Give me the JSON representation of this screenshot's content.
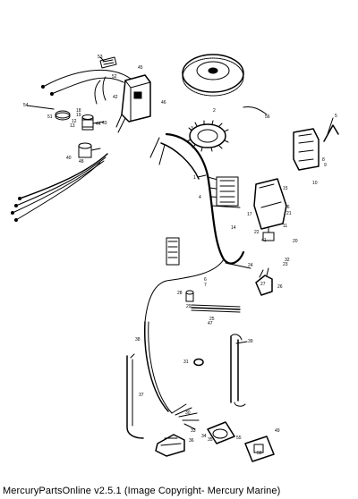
{
  "caption": "MercuryPartsOnline v2.5.1 (Image Copyright- Mercury Marine)",
  "callouts": [
    {
      "label": "1"
    },
    {
      "label": "2"
    },
    {
      "label": "3"
    },
    {
      "label": "4"
    },
    {
      "label": "5"
    },
    {
      "label": "6"
    },
    {
      "label": "7"
    },
    {
      "label": "8"
    },
    {
      "label": "9"
    },
    {
      "label": "10"
    },
    {
      "label": "11"
    },
    {
      "label": "12"
    },
    {
      "label": "13"
    },
    {
      "label": "14"
    },
    {
      "label": "15"
    },
    {
      "label": "16"
    },
    {
      "label": "17"
    },
    {
      "label": "18"
    },
    {
      "label": "19"
    },
    {
      "label": "20"
    },
    {
      "label": "21"
    },
    {
      "label": "22"
    },
    {
      "label": "23"
    },
    {
      "label": "24"
    },
    {
      "label": "25"
    },
    {
      "label": "26"
    },
    {
      "label": "27"
    },
    {
      "label": "28"
    },
    {
      "label": "29"
    },
    {
      "label": "30"
    },
    {
      "label": "31"
    },
    {
      "label": "32"
    },
    {
      "label": "33"
    },
    {
      "label": "34"
    },
    {
      "label": "35"
    },
    {
      "label": "36"
    },
    {
      "label": "37"
    },
    {
      "label": "38"
    },
    {
      "label": "39"
    },
    {
      "label": "40"
    },
    {
      "label": "41"
    },
    {
      "label": "42"
    },
    {
      "label": "43"
    },
    {
      "label": "44"
    },
    {
      "label": "45"
    },
    {
      "label": "46"
    },
    {
      "label": "47"
    },
    {
      "label": "48"
    },
    {
      "label": "49"
    },
    {
      "label": "50"
    },
    {
      "label": "51"
    },
    {
      "label": "52"
    },
    {
      "label": "53"
    },
    {
      "label": "54"
    },
    {
      "label": "55"
    },
    {
      "label": "56"
    }
  ]
}
